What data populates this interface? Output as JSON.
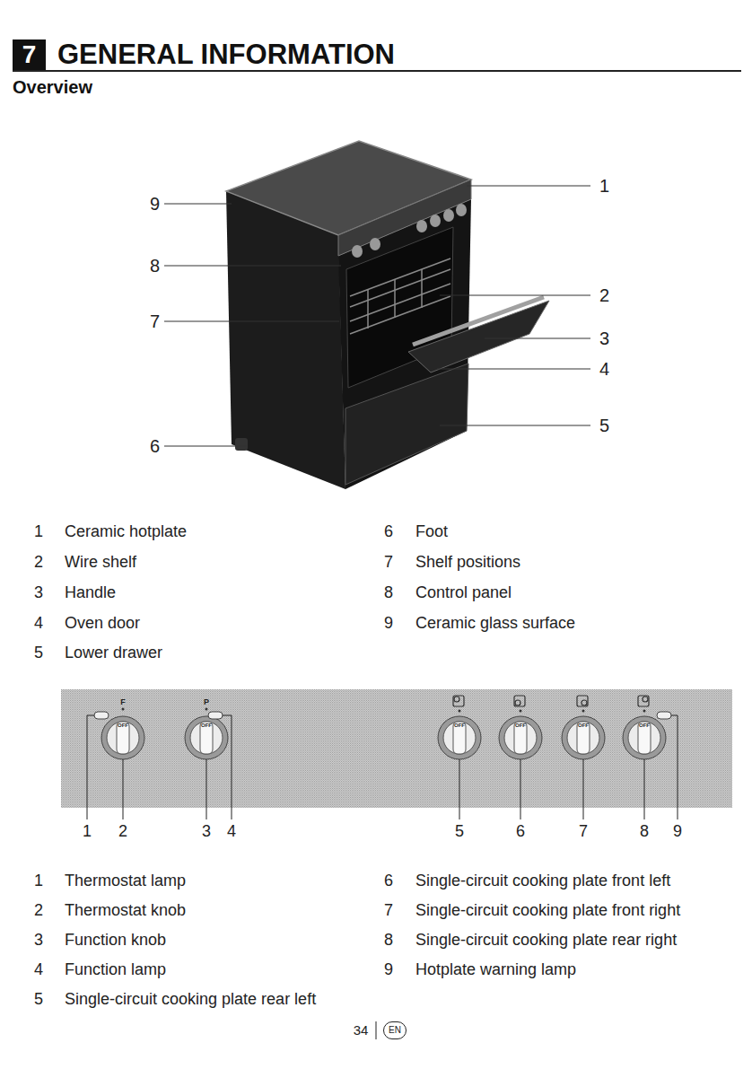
{
  "diagram": {
    "title": "GENERAL INFORMATION",
    "nodes": [
      {
        "text": [
          "7"
        ]
      },
      {
        "text": [
          "EN"
        ]
      }
    ],
    "labels": [
      "Overview",
      "9",
      "8",
      "7",
      "6",
      "1",
      "2",
      "3",
      "4",
      "5",
      "1",
      "Ceramic hotplate",
      "2",
      "Wire shelf",
      "3",
      "Handle",
      "4",
      "Oven door",
      "5",
      "Lower drawer",
      "6",
      "Foot",
      "7",
      "Shelf positions",
      "8",
      "Control panel",
      "9",
      "Ceramic glass surface",
      "F",
      "OFF",
      "P",
      "OFF",
      "OFF",
      "OFF",
      "OFF",
      "OFF",
      "1",
      "2",
      "3",
      "4",
      "5",
      "6",
      "7",
      "8",
      "9",
      "1",
      "Thermostat lamp",
      "2",
      "Thermostat knob",
      "3",
      "Function knob",
      "4",
      "Function lamp",
      "5",
      "Single-circuit cooking plate rear left",
      "6",
      "Single-circuit cooking plate front left",
      "7",
      "Single-circuit cooking plate front right",
      "8",
      "Single-circuit cooking plate rear right",
      "9",
      "Hotplate warning lamp",
      "34"
    ]
  }
}
